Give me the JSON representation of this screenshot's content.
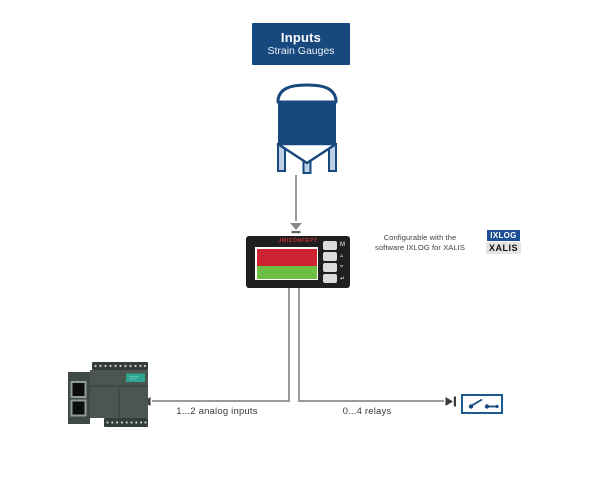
{
  "input_box": {
    "title": "Inputs",
    "subtitle": "Strain Gauges"
  },
  "flow": {
    "source_icon": "storage-tank",
    "device": {
      "brand": "JM|CONCEPT",
      "buttons": [
        "M",
        "▵",
        "▿",
        "↵"
      ]
    },
    "note_line1": "Configurable with the",
    "note_line2": "software IXLOG for XALIS",
    "badges": {
      "ixlog": "IXLOG",
      "xalis": "XALIS"
    },
    "left_branch_label": "1...2 analog inputs",
    "right_branch_label": "0...4 relays"
  },
  "colors": {
    "brand_blue": "#17497E",
    "badge_blue": "#1C4F93",
    "badge_gray_bg": "#E4E4E4",
    "display_red": "#CE2330",
    "display_green": "#6CBE45",
    "line_gray": "#9A9A9A",
    "text_dark": "#3A3A3A",
    "plc_body": "#4B5651",
    "plc_teal": "#2EA392",
    "relay_blue": "#1D5A94"
  }
}
